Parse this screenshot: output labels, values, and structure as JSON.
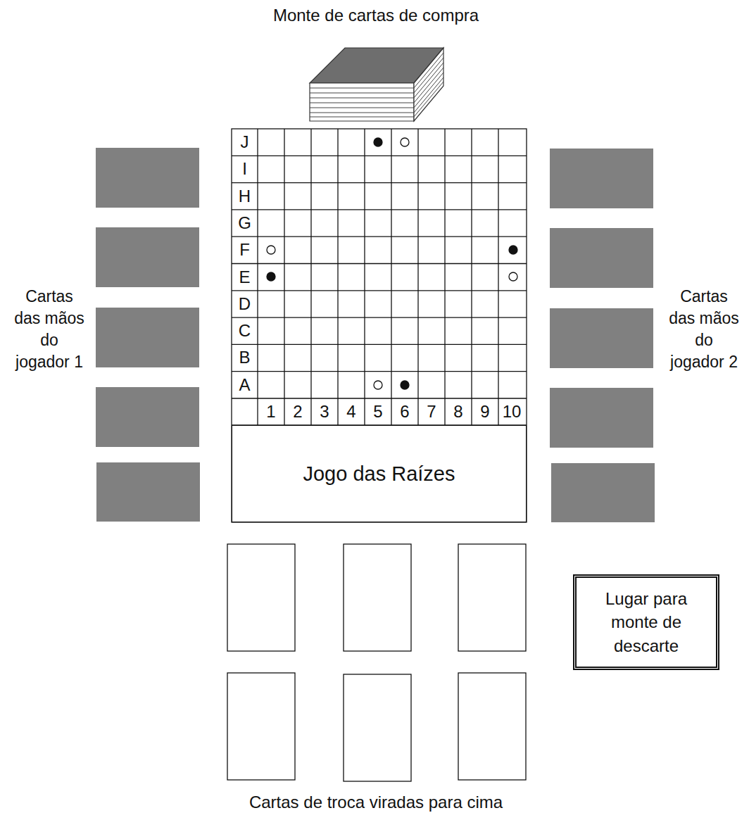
{
  "diagram": {
    "nodes": [
      {
        "text": [
          "Jogo das Raízes"
        ]
      },
      {
        "text": [
          "Lugar para monte de descarte"
        ]
      }
    ],
    "labels": [
      "Monte de cartas de compra",
      "J",
      "I",
      "H",
      "G",
      "F",
      "E",
      "D",
      "C",
      "B",
      "A",
      "1",
      "2",
      "3",
      "4",
      "5",
      "6",
      "7",
      "8",
      "9",
      "10",
      "Cartas das mãos do jogador 1",
      "Cartas das mãos do jogador 2",
      "Cartas de troca viradas para cima"
    ]
  }
}
